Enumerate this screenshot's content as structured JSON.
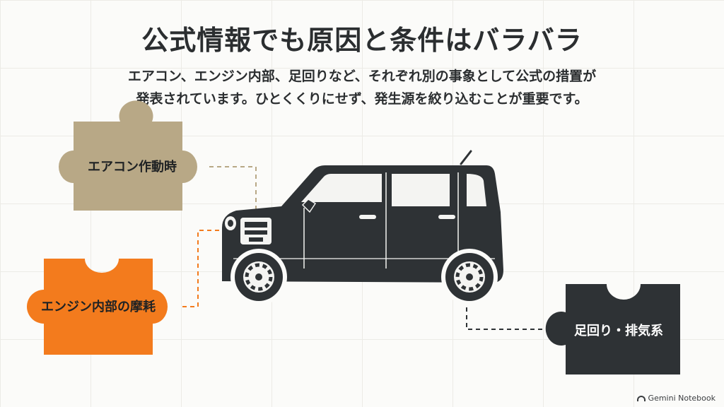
{
  "header": {
    "title": "公式情報でも原因と条件はバラバラ",
    "subtitle_line1": "エアコン、エンジン内部、足回りなど、それぞれ別の事象として公式の措置が",
    "subtitle_line2": "発表されています。ひとくくりにせず、発生源を絞り込むことが重要です。"
  },
  "pieces": {
    "aircon": {
      "label": "エアコン作動時",
      "color": "#b8a886"
    },
    "engine": {
      "label": "エンジン内部の摩耗",
      "color": "#f37b1d"
    },
    "exhaust": {
      "label": "足回り・排気系",
      "color": "#2e3235"
    }
  },
  "vehicle": {
    "body_color": "#2e3235",
    "icon": "kei-car-icon"
  },
  "footer": {
    "brand": "Gemini Notebook"
  }
}
